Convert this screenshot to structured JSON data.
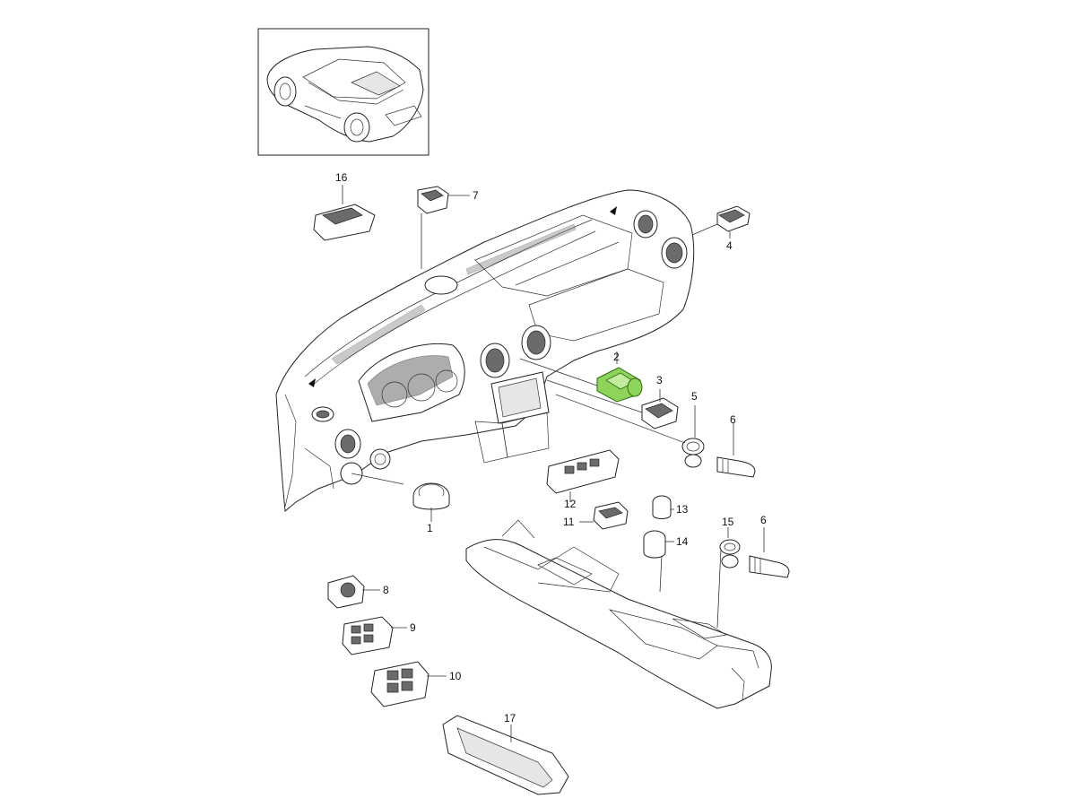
{
  "colors": {
    "background": "#ffffff",
    "line": "#222222",
    "highlight": "#8fd45a"
  },
  "highlighted_part": "2",
  "callouts": [
    {
      "id": "c1",
      "label": "1"
    },
    {
      "id": "c2",
      "label": "2"
    },
    {
      "id": "c3",
      "label": "3"
    },
    {
      "id": "c4",
      "label": "4"
    },
    {
      "id": "c5",
      "label": "5"
    },
    {
      "id": "c6a",
      "label": "6"
    },
    {
      "id": "c6b",
      "label": "6"
    },
    {
      "id": "c7",
      "label": "7"
    },
    {
      "id": "c8",
      "label": "8"
    },
    {
      "id": "c9",
      "label": "9"
    },
    {
      "id": "c10",
      "label": "10"
    },
    {
      "id": "c11",
      "label": "11"
    },
    {
      "id": "c12",
      "label": "12"
    },
    {
      "id": "c13",
      "label": "13"
    },
    {
      "id": "c14",
      "label": "14"
    },
    {
      "id": "c15",
      "label": "15"
    },
    {
      "id": "c16",
      "label": "16"
    },
    {
      "id": "c17",
      "label": "17"
    }
  ]
}
